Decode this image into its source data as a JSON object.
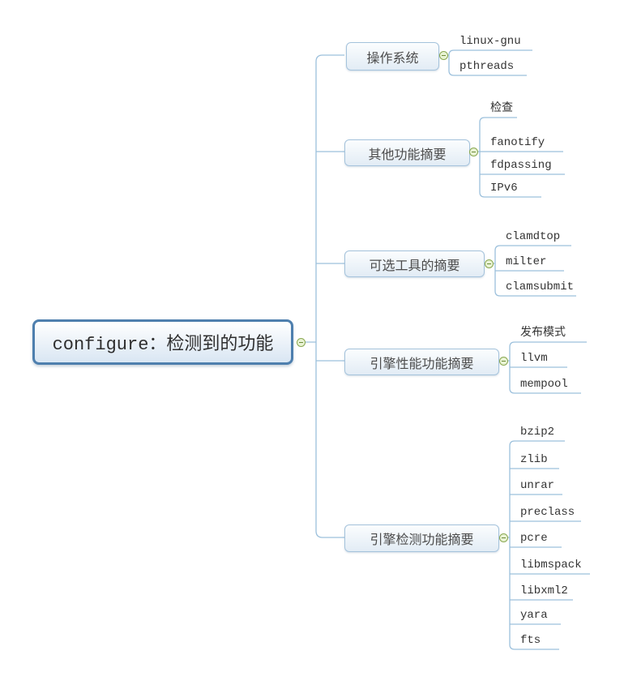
{
  "diagram": {
    "root": {
      "label": "configure：检测到的功能"
    },
    "branches": [
      {
        "label": "操作系统",
        "children": [
          "linux-gnu",
          "pthreads"
        ]
      },
      {
        "label": "其他功能摘要",
        "children": [
          "检查",
          "fanotify",
          "fdpassing",
          "IPv6"
        ]
      },
      {
        "label": "可选工具的摘要",
        "children": [
          "clamdtop",
          "milter",
          "clamsubmit"
        ]
      },
      {
        "label": "引擎性能功能摘要",
        "children": [
          "发布模式",
          "llvm",
          "mempool"
        ]
      },
      {
        "label": "引擎检测功能摘要",
        "children": [
          "bzip2",
          "zlib",
          "unrar",
          "preclass",
          "pcre",
          "libmspack",
          "libxml2",
          "yara",
          "fts"
        ]
      }
    ],
    "colors": {
      "root_border": "#4e7fae",
      "branch_border": "#a5c3dc",
      "connector": "#9cc0dc",
      "toggle_border": "#89a750",
      "toggle_fill": "#e9f3d4"
    },
    "toggle_icon": "minus"
  }
}
